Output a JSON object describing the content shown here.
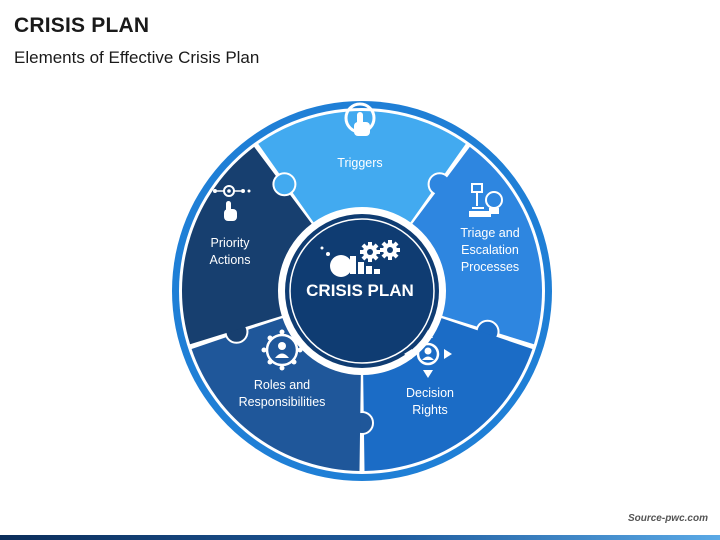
{
  "header": {
    "title": "CRISIS PLAN",
    "subtitle": "Elements of Effective Crisis Plan"
  },
  "diagram": {
    "center": {
      "label": "CRISIS PLAN",
      "icon": "gears-chart-icon"
    },
    "segments": [
      {
        "label_lines": [
          "Triggers"
        ],
        "icon": "hand-pointer-icon",
        "color": "#42aaf0"
      },
      {
        "label_lines": [
          "Triage and",
          "Escalation",
          "Processes"
        ],
        "icon": "idea-workflow-icon",
        "color": "#2e86e0"
      },
      {
        "label_lines": [
          "Decision",
          "Rights"
        ],
        "icon": "user-arrows-icon",
        "color": "#1b6cc6"
      },
      {
        "label_lines": [
          "Roles and",
          "Responsibilities"
        ],
        "icon": "team-network-icon",
        "color": "#1f579a"
      },
      {
        "label_lines": [
          "Priority",
          "Actions"
        ],
        "icon": "target-pointer-icon",
        "color": "#173f6f"
      }
    ]
  },
  "footer": {
    "source": "Source-pwc.com"
  },
  "colors": {
    "outer_ring": "#1f7fd6",
    "center_fill": "#0f3c72",
    "accent_bar_start": "#0b2d5a",
    "accent_bar_end": "#5aa9e6"
  }
}
